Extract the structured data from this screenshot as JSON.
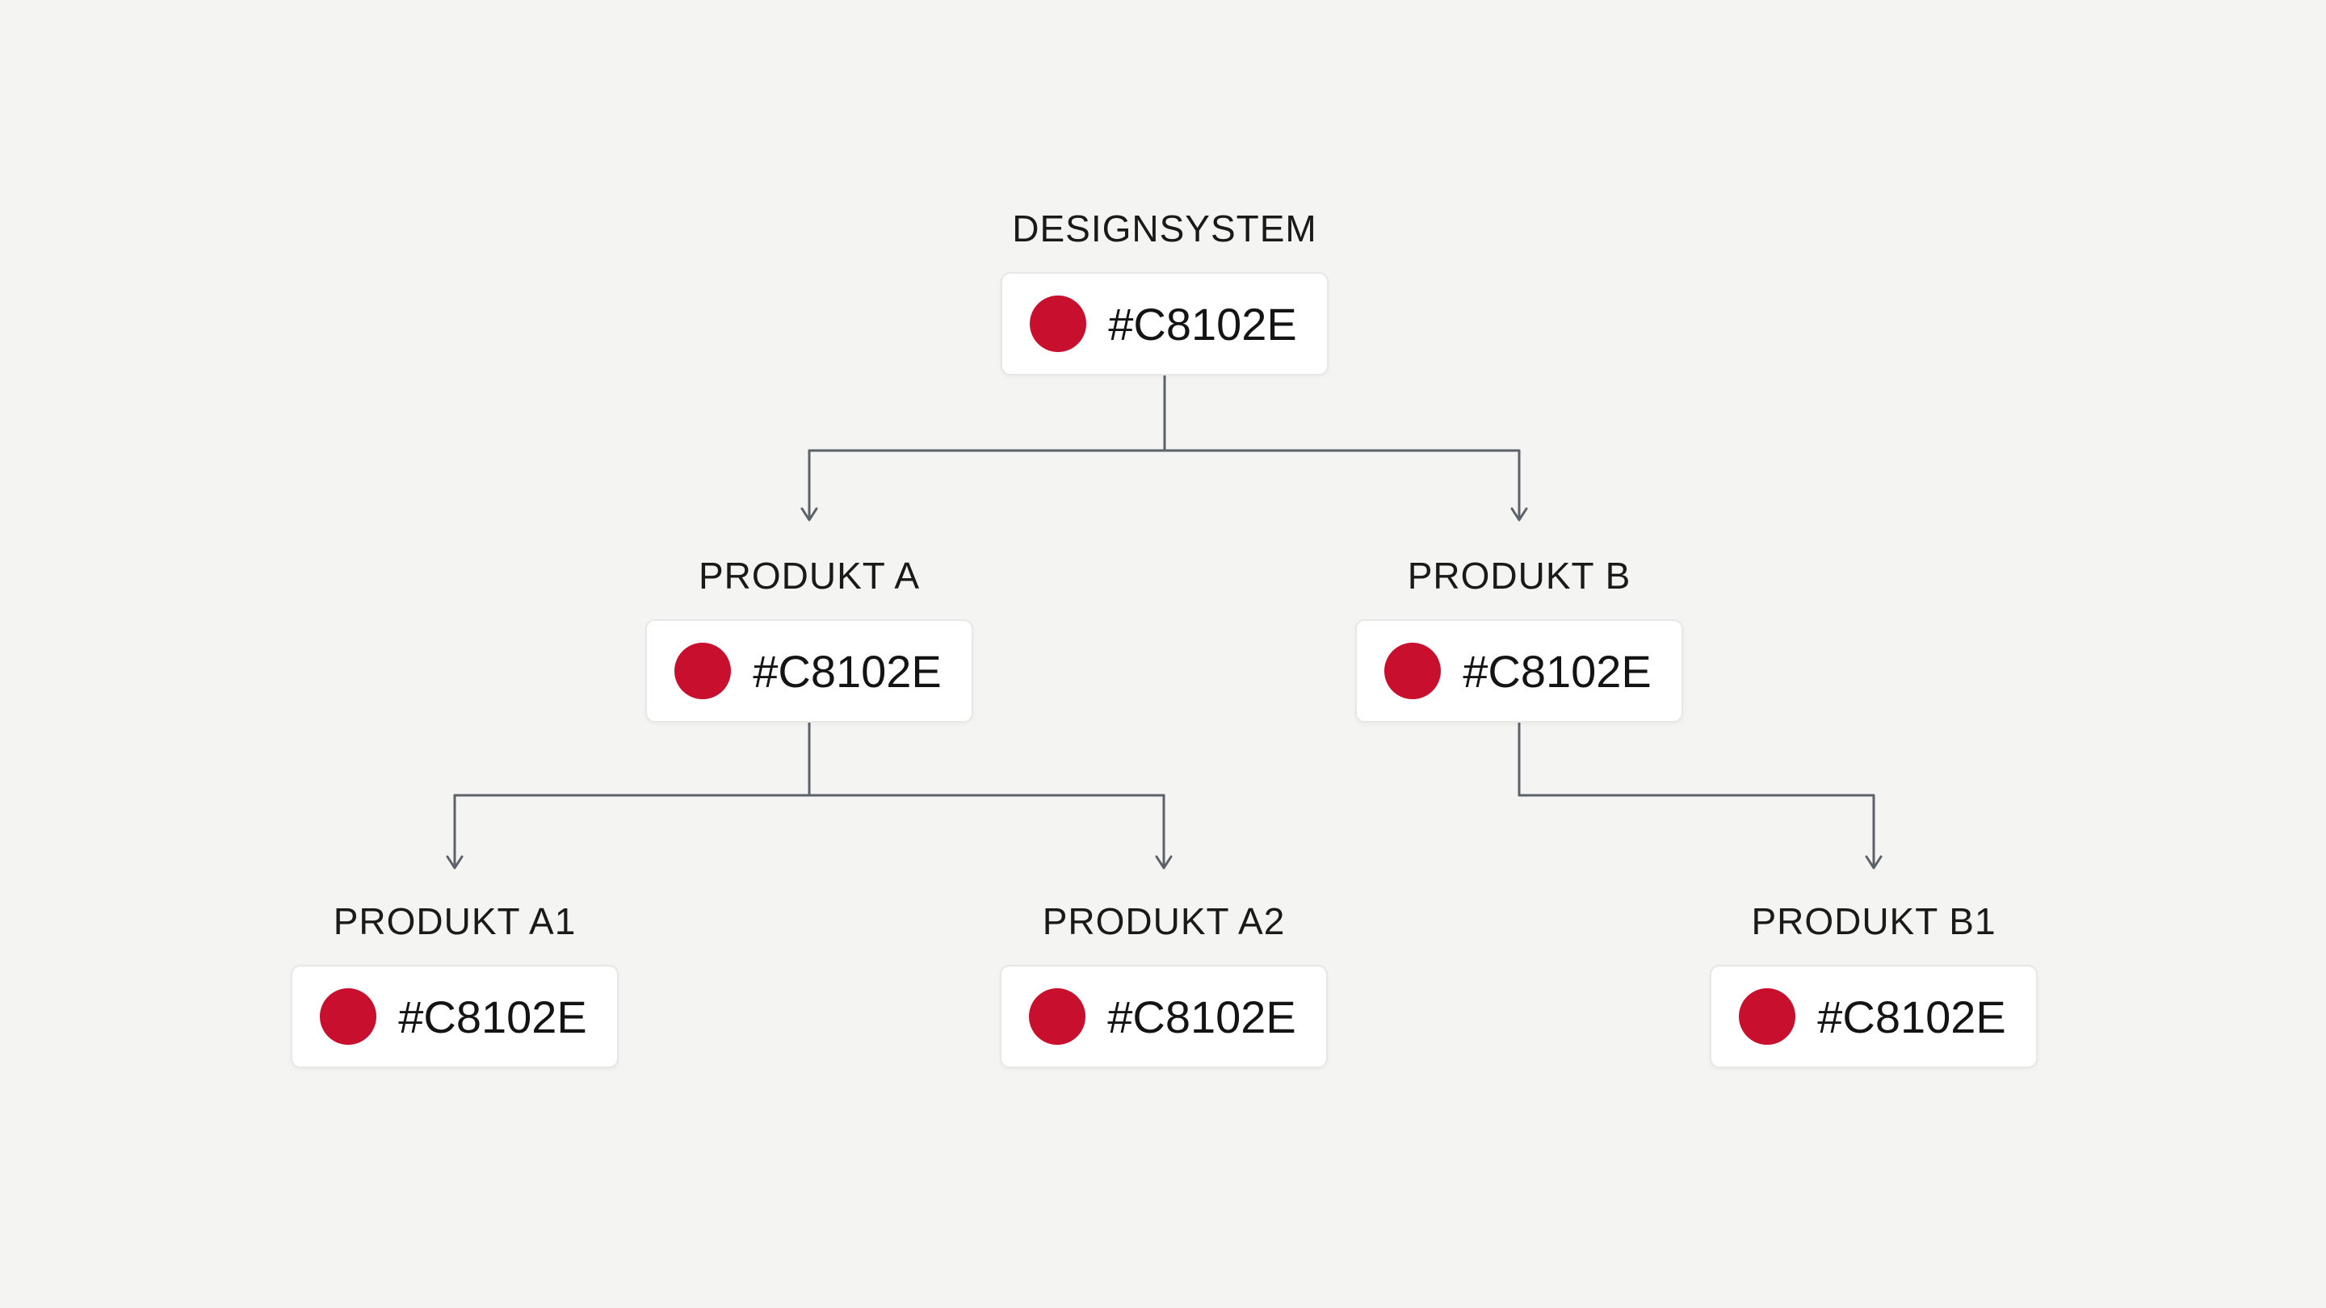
{
  "colors": {
    "token_red": "#C8102E",
    "connector": "#5D6269",
    "background": "#F4F4F3"
  },
  "tree": {
    "root": {
      "label": "DESIGNSYSTEM",
      "token": {
        "swatch_color": "#C8102E",
        "hex": "#C8102E"
      },
      "children": [
        {
          "label": "PRODUKT A",
          "token": {
            "swatch_color": "#C8102E",
            "hex": "#C8102E"
          },
          "children": [
            {
              "label": "PRODUKT A1",
              "token": {
                "swatch_color": "#C8102E",
                "hex": "#C8102E"
              },
              "children": []
            },
            {
              "label": "PRODUKT A2",
              "token": {
                "swatch_color": "#C8102E",
                "hex": "#C8102E"
              },
              "children": []
            }
          ]
        },
        {
          "label": "PRODUKT B",
          "token": {
            "swatch_color": "#C8102E",
            "hex": "#C8102E"
          },
          "children": [
            {
              "label": "PRODUKT B1",
              "token": {
                "swatch_color": "#C8102E",
                "hex": "#C8102E"
              },
              "children": []
            }
          ]
        }
      ]
    }
  }
}
